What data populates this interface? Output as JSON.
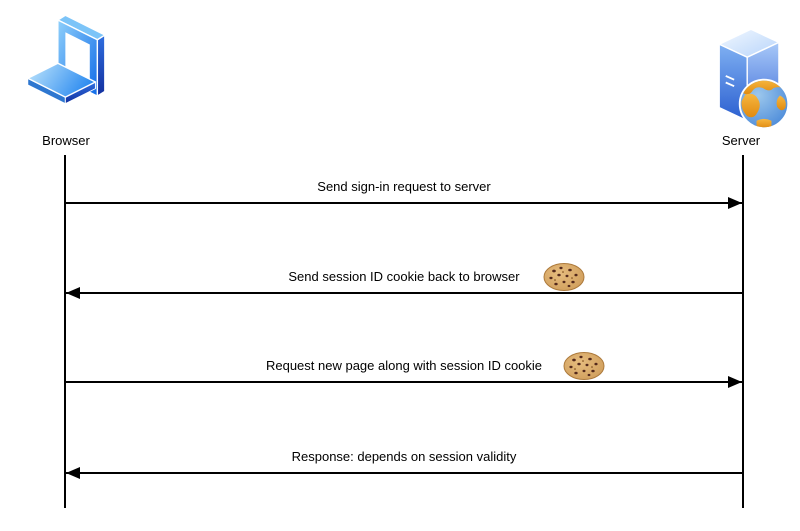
{
  "diagram": {
    "type": "sequence",
    "actors": [
      {
        "label": "Browser",
        "icon": "laptop-icon"
      },
      {
        "label": "Server",
        "icon": "server-globe-icon"
      }
    ],
    "messages": [
      {
        "text": "Send sign-in request to server",
        "direction": "right",
        "has_cookie_icon": false
      },
      {
        "text": "Send session ID cookie back to browser",
        "direction": "left",
        "has_cookie_icon": true
      },
      {
        "text": "Request new page along with session ID cookie",
        "direction": "right",
        "has_cookie_icon": true
      },
      {
        "text": "Response: depends on session validity",
        "direction": "left",
        "has_cookie_icon": false
      }
    ],
    "colors": {
      "background": "#ffffff",
      "line": "#000000",
      "text": "#000000",
      "laptop_blue": "#1f7ff0",
      "server_blue": "#4b86e8",
      "globe_orange": "#f29a1f",
      "cookie_tan": "#d2a15f"
    }
  }
}
